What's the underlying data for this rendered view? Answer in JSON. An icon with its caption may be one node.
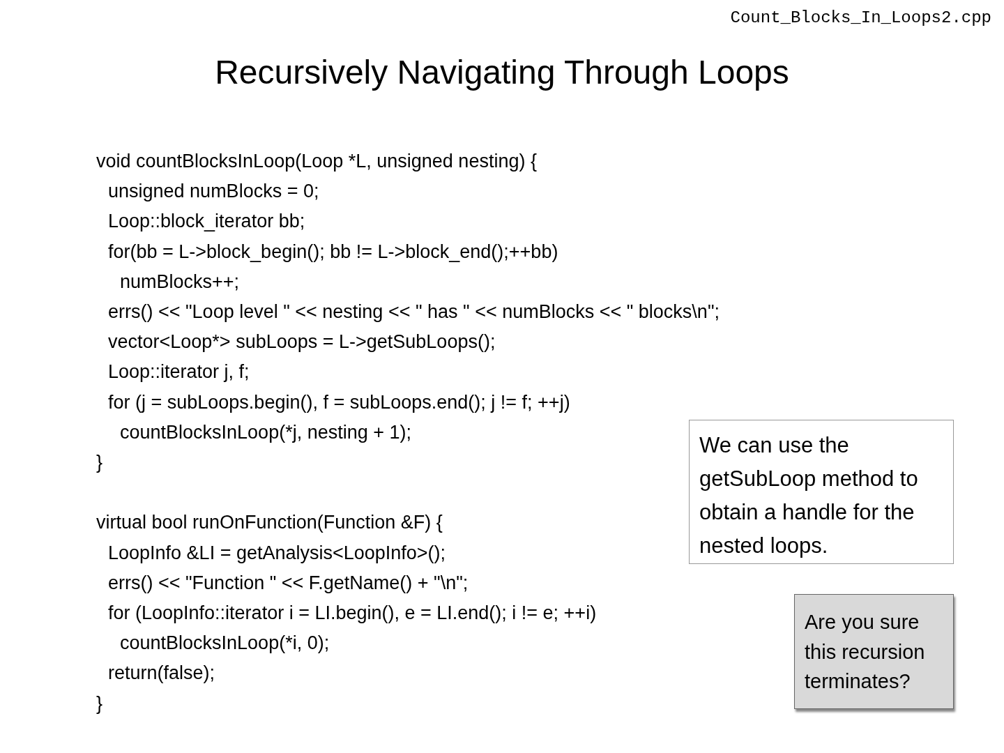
{
  "diagram": {
    "title": "Recursively Navigating Through Loops",
    "nodes": [
      {
        "text": [
          "We can use the getSubLoop method to obtain a handle for the nested loops."
        ]
      },
      {
        "text": [
          "Are you sure this recursion terminates?"
        ]
      }
    ],
    "labels": [
      "Count_Blocks_In_Loops2.cpp",
      "void countBlocksInLoop(Loop *L, unsigned nesting) {",
      "unsigned numBlocks = 0;",
      "Loop::block_iterator bb;",
      "for(bb = L->block_begin(); bb != L->block_end();++bb)",
      "numBlocks++;",
      "errs() << \"Loop level \" << nesting << \" has \" << numBlocks << \" blocks\\n\";",
      "vector<Loop*> subLoops = L->getSubLoops();",
      "Loop::iterator j, f;",
      "for (j = subLoops.begin(), f = subLoops.end(); j != f; ++j)",
      "countBlocksInLoop(*j, nesting + 1);",
      "}",
      "virtual bool runOnFunction(Function &F) {",
      "LoopInfo &LI = getAnalysis<LoopInfo>();",
      "errs() << \"Function \" << F.getName() + \"\\n\";",
      "for (LoopInfo::iterator i = LI.begin(), e = LI.end(); i != e; ++i)",
      "countBlocksInLoop(*i, 0);",
      "return(false);",
      "}"
    ]
  }
}
